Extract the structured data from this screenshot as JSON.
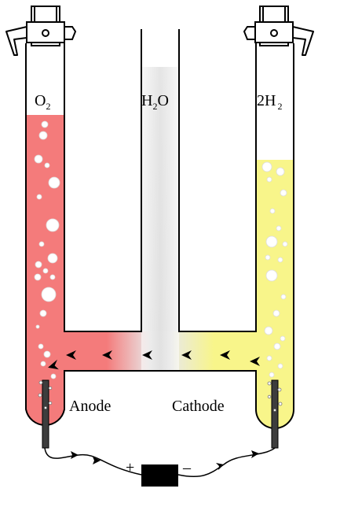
{
  "labels": {
    "left_gas": "O",
    "left_gas_sub": "2",
    "middle": "H",
    "middle_sub": "2",
    "middle_tail": "O",
    "right_gas_prefix": "2H",
    "right_gas_sub": "2",
    "anode": "Anode",
    "cathode": "Cathode",
    "plus": "+",
    "minus": "–"
  },
  "colors": {
    "oxygen_liquid": "#f47b7b",
    "hydrogen_liquid": "#f8f58a",
    "water_center": "#e6e6e6",
    "battery": "#000000",
    "outline": "#000000"
  },
  "icons": {
    "left_stopcock": "stopcock-valve-icon",
    "right_stopcock": "stopcock-valve-icon",
    "battery": "battery-icon",
    "anode_electrode": "electrode-icon",
    "cathode_electrode": "electrode-icon",
    "ion_arrows": "arrowhead-icon"
  }
}
